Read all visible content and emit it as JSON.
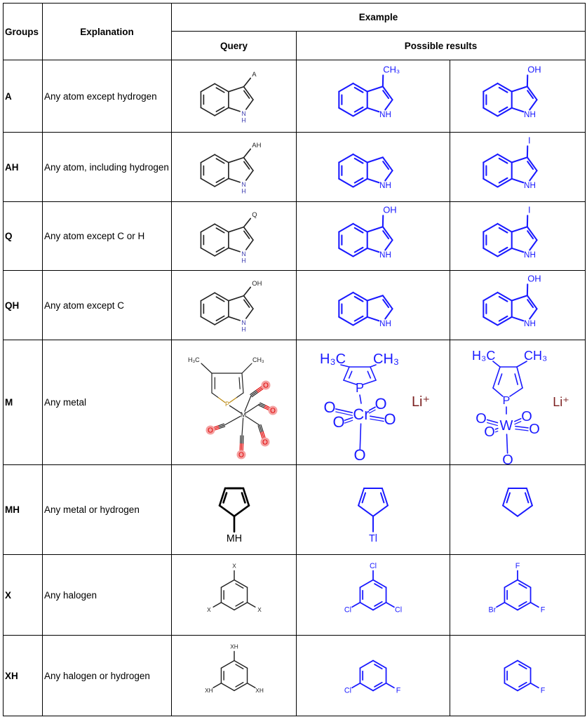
{
  "header": {
    "groups": "Groups",
    "explanation": "Explanation",
    "example": "Example",
    "query": "Query",
    "possible_results": "Possible results"
  },
  "colors": {
    "query": "#222222",
    "query_n": "#3d3db0",
    "result": "#1a1aff",
    "phosphorus": "#b8860b",
    "oxygen": "#e00000",
    "oxygen_halo": "#f4a0a0",
    "lithium": "#7b1f1f"
  },
  "rows": [
    {
      "group": "A",
      "explanation": "Any atom except hydrogen",
      "query": {
        "type": "indole",
        "label": "A"
      },
      "results": [
        {
          "type": "indole",
          "label": "CH₃"
        },
        {
          "type": "indole",
          "label": "OH"
        }
      ]
    },
    {
      "group": "AH",
      "explanation": "Any atom, including hydrogen",
      "query": {
        "type": "indole",
        "label": "AH"
      },
      "results": [
        {
          "type": "indole",
          "label": null
        },
        {
          "type": "indole",
          "label": "I"
        }
      ]
    },
    {
      "group": "Q",
      "explanation": "Any atom except C or H",
      "query": {
        "type": "indole",
        "label": "Q"
      },
      "results": [
        {
          "type": "indole",
          "label": "OH"
        },
        {
          "type": "indole",
          "label": "I"
        }
      ]
    },
    {
      "group": "QH",
      "explanation": "Any atom except C",
      "query": {
        "type": "indole",
        "label": "OH"
      },
      "results": [
        {
          "type": "indole",
          "label": null
        },
        {
          "type": "indole",
          "label": "OH"
        }
      ]
    },
    {
      "group": "M",
      "explanation": "Any metal",
      "query": {
        "type": "metal-query",
        "methyl_left": "H₃C",
        "methyl_right": "CH₃",
        "phosphorus": "P",
        "metal": "M",
        "oxygen": "O"
      },
      "results": [
        {
          "type": "metal-result",
          "variant": "cr",
          "methyl_left": "H₃C",
          "methyl_right": "CH₃",
          "phosphorus": "P",
          "metal": "Cr",
          "oxygen": "O",
          "counter_ion": "Li⁺"
        },
        {
          "type": "metal-result",
          "variant": "w",
          "methyl_left": "H₃C",
          "methyl_right": "CH₃",
          "phosphorus": "P",
          "metal": "W",
          "oxygen": "O",
          "counter_ion": "Li⁺"
        }
      ]
    },
    {
      "group": "MH",
      "explanation": "Any metal or hydrogen",
      "query": {
        "type": "cp",
        "label": "MH"
      },
      "results": [
        {
          "type": "cp",
          "label": "Tl"
        },
        {
          "type": "cp",
          "label": null
        }
      ]
    },
    {
      "group": "X",
      "explanation": "Any halogen",
      "query": {
        "type": "benzene",
        "subs": {
          "top": "X",
          "bl": "X",
          "br": "X"
        }
      },
      "results": [
        {
          "type": "benzene",
          "subs": {
            "top": "Cl",
            "bl": "Cl",
            "br": "Cl"
          }
        },
        {
          "type": "benzene",
          "subs": {
            "top": "F",
            "bl": "Br",
            "br": "F"
          }
        }
      ]
    },
    {
      "group": "XH",
      "explanation": "Any halogen or hydrogen",
      "query": {
        "type": "benzene",
        "subs": {
          "top": "XH",
          "bl": "XH",
          "br": "XH"
        }
      },
      "results": [
        {
          "type": "benzene",
          "subs": {
            "bl": "Cl",
            "br": "F"
          }
        },
        {
          "type": "benzene",
          "subs": {
            "br": "F"
          }
        }
      ]
    }
  ]
}
